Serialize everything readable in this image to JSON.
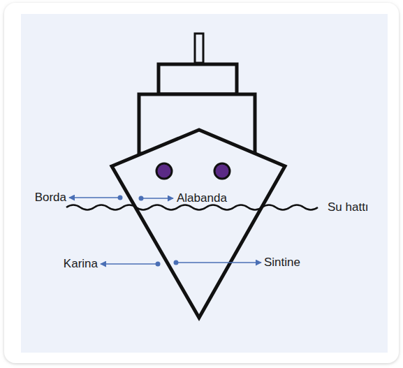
{
  "diagram": {
    "labels": [
      "Borda",
      "Alabanda",
      "Su hattı",
      "Karina",
      "Sintine"
    ]
  }
}
